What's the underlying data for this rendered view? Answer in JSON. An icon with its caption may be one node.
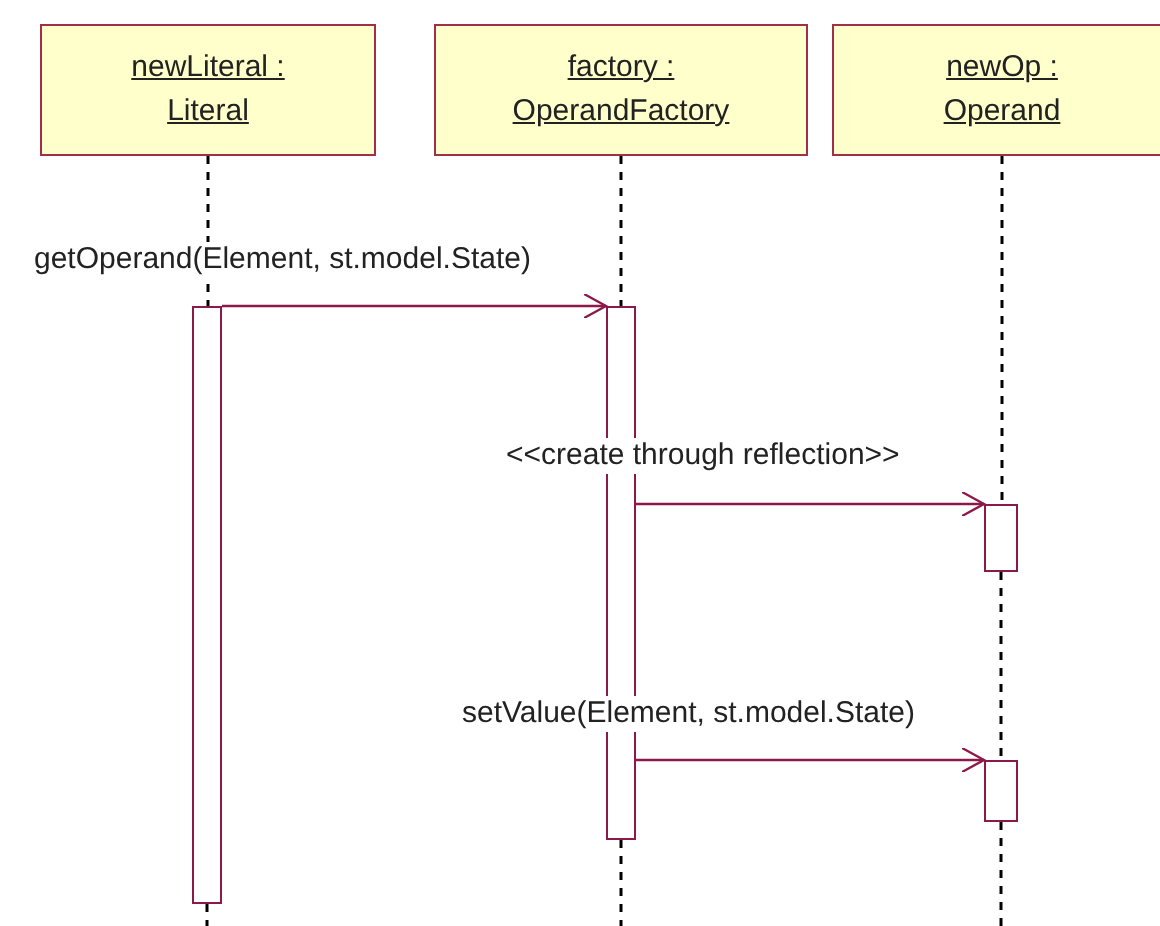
{
  "diagram": {
    "nodes": [
      {
        "text": [
          "newLiteral : Literal"
        ]
      },
      {
        "text": [
          "factory : OperandFactory"
        ]
      },
      {
        "text": [
          "newOp : Operand"
        ]
      },
      {
        "text": [],
        "shape": "bar"
      },
      {
        "text": [],
        "shape": "bar"
      },
      {
        "text": [],
        "shape": "bar"
      },
      {
        "text": [],
        "shape": "bar"
      }
    ],
    "edges": [
      {
        "from": 0,
        "to": 3,
        "arrow": "none",
        "style": "dashed"
      },
      {
        "from": 1,
        "to": 4,
        "arrow": "none",
        "style": "dashed"
      },
      {
        "from": 2,
        "to": 5,
        "arrow": "none",
        "style": "dashed"
      },
      {
        "from": 3,
        "to": 4,
        "arrow": "to",
        "color": "#8b1a4a",
        "label": "getOperand(Element, st.model.State)"
      },
      {
        "from": 4,
        "to": 5,
        "arrow": "to",
        "color": "#8b1a4a",
        "label": "<<create through reflection>>"
      },
      {
        "from": 5,
        "to": 6,
        "arrow": "none",
        "style": "dashed"
      },
      {
        "from": 4,
        "to": 6,
        "arrow": "to",
        "color": "#8b1a4a",
        "label": "setValue(Element, st.model.State)"
      },
      {
        "from": 3,
        "to": null,
        "arrow": "none",
        "style": "dashed"
      },
      {
        "from": 4,
        "to": null,
        "arrow": "none",
        "style": "dashed"
      },
      {
        "from": 6,
        "to": null,
        "arrow": "none",
        "style": "dashed"
      }
    ]
  }
}
